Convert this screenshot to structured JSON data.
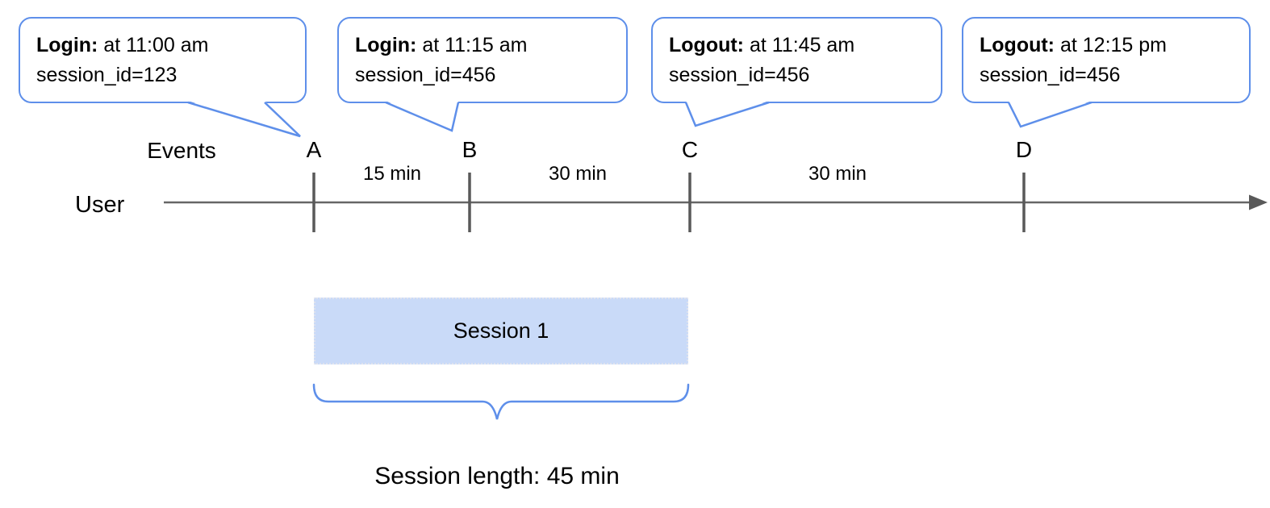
{
  "callouts": [
    {
      "title": "Login:",
      "time": "at 11:00 am",
      "detail": "session_id=123"
    },
    {
      "title": "Login:",
      "time": "at 11:15 am",
      "detail": "session_id=456"
    },
    {
      "title": "Logout:",
      "time": "at 11:45 am",
      "detail": "session_id=456"
    },
    {
      "title": "Logout:",
      "time": "at 12:15 pm",
      "detail": "session_id=456"
    }
  ],
  "timeline": {
    "row_label": "User",
    "events_label": "Events",
    "marks": [
      {
        "label": "A"
      },
      {
        "label": "B"
      },
      {
        "label": "C"
      },
      {
        "label": "D"
      }
    ],
    "intervals": [
      {
        "label": "15 min"
      },
      {
        "label": "30 min"
      },
      {
        "label": "30 min"
      }
    ]
  },
  "session": {
    "label": "Session 1",
    "length_caption": "Session length: 45 min"
  },
  "colors": {
    "callout_border": "#5e8fea",
    "session_fill": "#c9daf8",
    "axis_gray": "#666666",
    "tick_gray": "#595959",
    "brace_blue": "#5e8fea"
  }
}
